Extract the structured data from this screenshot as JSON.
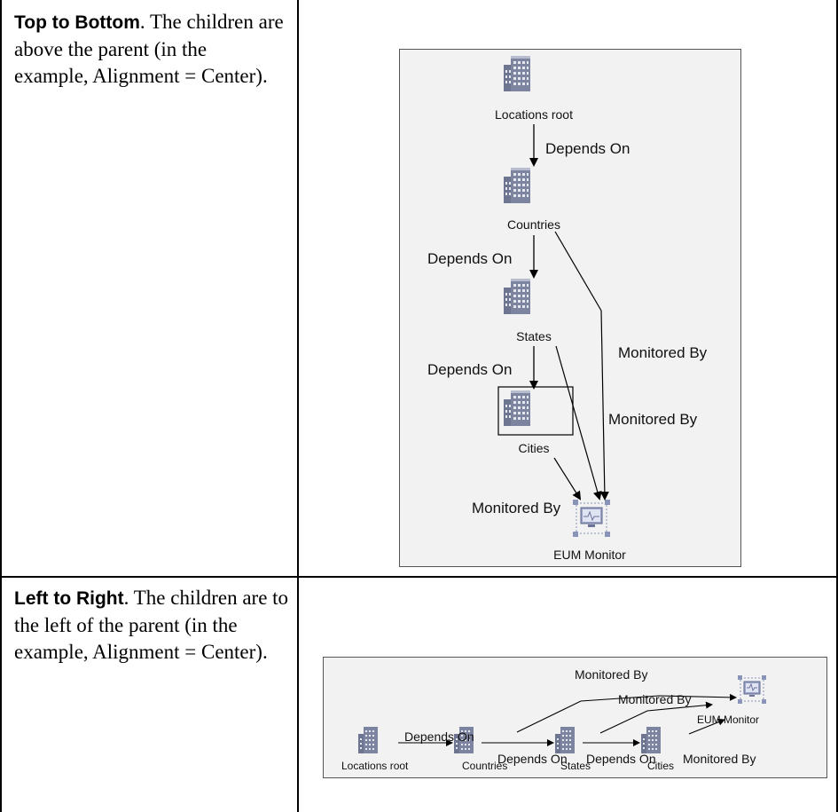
{
  "rows": [
    {
      "term": "Top to Bottom",
      "sep": ".",
      "desc": " The children are above the parent (in the example, Alignment = Center)."
    },
    {
      "term": "Left to Right",
      "sep": ".",
      "desc": " The children are to the left of the parent (in the example, Alignment = Center)."
    }
  ],
  "diagram1": {
    "nodes": {
      "locations_root": "Locations root",
      "countries": "Countries",
      "states": "States",
      "cities": "Cities",
      "eum_monitor": "EUM Monitor"
    },
    "edges": {
      "depends_on_1": "Depends On",
      "depends_on_2": "Depends On",
      "depends_on_3": "Depends On",
      "monitored_by_1": "Monitored By",
      "monitored_by_2": "Monitored By",
      "monitored_by_3": "Monitored By"
    }
  },
  "diagram2": {
    "nodes": {
      "locations_root": "Locations root",
      "countries": "Countries",
      "states": "States",
      "cities": "Cities",
      "eum_monitor": "EUM Monitor"
    },
    "edges": {
      "depends_on_1": "Depends On",
      "depends_on_2": "Depends On",
      "depends_on_3": "Depends On",
      "monitored_by_1": "Monitored By",
      "monitored_by_2": "Monitored By",
      "monitored_by_3": "Monitored By"
    }
  }
}
